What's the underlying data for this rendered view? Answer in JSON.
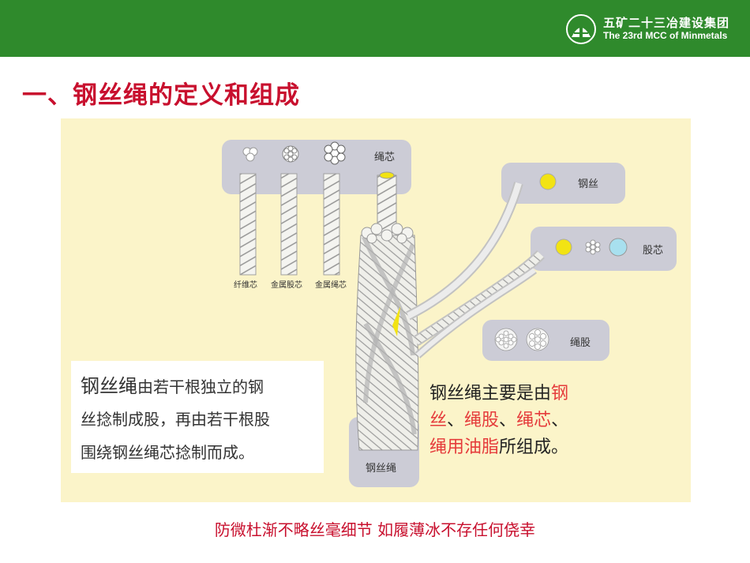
{
  "header": {
    "company_cn": "五矿二十三冶建设集团",
    "company_en": "The 23rd MCC of Minmetals",
    "logo_icon": "minmetals-logo-icon",
    "bar_color": "#2f8a2c"
  },
  "title": "一、钢丝绳的定义和组成",
  "figure": {
    "core_panel": {
      "core_label": "绳芯",
      "items": [
        "纤维芯",
        "金属股芯",
        "金属绳芯"
      ]
    },
    "wire_label": "钢丝",
    "strand_core_label": "股芯",
    "strand_label": "绳股",
    "rope_label": "钢丝绳",
    "left_text": {
      "line1_head": "钢丝绳",
      "line1_tail": "由若干根独立的钢",
      "line2": "丝捻制成股，再由若干根股",
      "line3": "围绕钢丝绳芯捻制而成。"
    },
    "right_text": {
      "l1_a": "钢丝绳主要是由",
      "l1_b": "钢",
      "l2_a": "丝",
      "l2_sep1": "、",
      "l2_b": "绳股",
      "l2_sep2": "、",
      "l2_c": "绳芯",
      "l2_sep3": "、",
      "l3_a": "绳用油脂",
      "l3_b": "所组成。"
    },
    "colors": {
      "background": "#fbf4c9",
      "panel": "#ccccd6",
      "wire_yellow": "#f2e313",
      "core_blue": "#a8e0ef",
      "highlight_red": "#e53b3b"
    }
  },
  "motto": "防微杜渐不略丝毫细节  如履薄冰不存任何侥幸"
}
